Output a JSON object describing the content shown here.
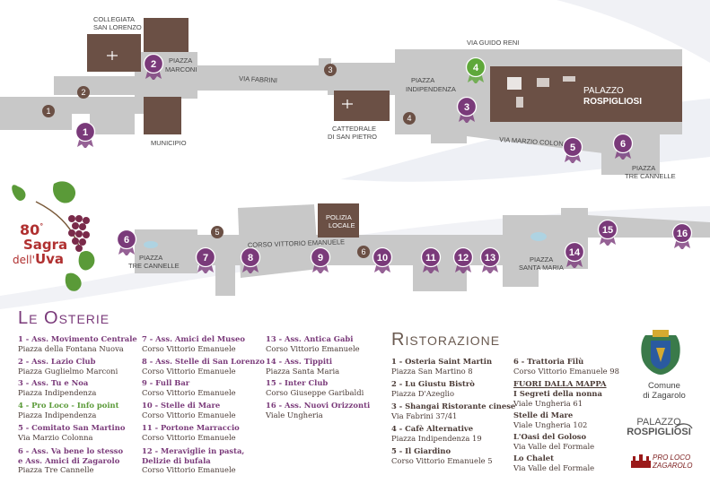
{
  "map_labels": {
    "collegiata": "COLLEGIATA",
    "san_lorenzo": "SAN LORENZO",
    "piazza_marconi_1": "PIAZZA",
    "piazza_marconi_2": "MARCONI",
    "municipio": "MUNICIPIO",
    "via_fabrini": "VIA FABRINI",
    "cattedrale_1": "CATTEDRALE",
    "cattedrale_2": "DI SAN PIETRO",
    "via_guido_reni": "VIA GUIDO RENI",
    "piazza_indip_1": "PIAZZA",
    "piazza_indip_2": "INDIPENDENZA",
    "via_marzio": "VIA MARZIO COLONNA",
    "piazza_tc_1_a": "PIAZZA",
    "piazza_tc_1_b": "TRE CANNELLE",
    "piazza_tc_2_a": "PIAZZA",
    "piazza_tc_2_b": "TRE CANNELLE",
    "polizia_1": "POLIZIA",
    "polizia_2": "LOCALE",
    "corso_ve": "CORSO VITTORIO EMANUELE",
    "santa_maria_1": "PIAZZA",
    "santa_maria_2": "SANTA MARIA",
    "palazzo_map_1": "PALAZZO",
    "palazzo_map_2": "ROSPIGLIOSI"
  },
  "logo": {
    "num": "80",
    "sup": "°",
    "line1": "Sagra",
    "line2_a": "dell'",
    "line2_b": "Uva"
  },
  "colors": {
    "purple": "#7a3a7a",
    "green": "#5fa83a",
    "brown": "#6b5045",
    "street": "#c8c8c8"
  },
  "osterie_markers": [
    {
      "n": "1"
    },
    {
      "n": "2"
    },
    {
      "n": "3"
    },
    {
      "n": "4"
    },
    {
      "n": "5"
    },
    {
      "n": "6"
    },
    {
      "n": "6"
    },
    {
      "n": "7"
    },
    {
      "n": "8"
    },
    {
      "n": "9"
    },
    {
      "n": "10"
    },
    {
      "n": "11"
    },
    {
      "n": "12"
    },
    {
      "n": "13"
    },
    {
      "n": "14"
    },
    {
      "n": "15"
    },
    {
      "n": "16"
    }
  ],
  "ristoro_markers": [
    {
      "n": "1"
    },
    {
      "n": "2"
    },
    {
      "n": "3"
    },
    {
      "n": "4"
    },
    {
      "n": "5"
    },
    {
      "n": "6"
    }
  ],
  "osterie_title": "Le Osterie",
  "osterie": [
    {
      "n": "1 - Ass. Movimento Centrale",
      "a": "Piazza della Fontana Nuova"
    },
    {
      "n": "2 - Ass. Lazio Club",
      "a": "Piazza Guglielmo Marconi"
    },
    {
      "n": "3 - Ass. Tu e Noa",
      "a": "Piazza Indipendenza"
    },
    {
      "n": "4 - Pro Loco - Info point",
      "a": "Piazza Indipendenza"
    },
    {
      "n": "5 - Comitato San Martino",
      "a": "Via Marzio Colonna"
    },
    {
      "n": "6 - Ass. Va bene lo stesso",
      "n2": "e Ass. Amici di Zagarolo",
      "a": "Piazza Tre Cannelle"
    },
    {
      "n": "7 - Ass. Amici del Museo",
      "a": "Corso Vittorio Emanuele"
    },
    {
      "n": "8 - Ass. Stelle di San Lorenzo",
      "a": "Corso Vittorio Emanuele"
    },
    {
      "n": "9 - Full Bar",
      "a": "Corso Vittorio Emanuele"
    },
    {
      "n": "10 - Stelle di Mare",
      "a": "Corso Vittorio Emanuele"
    },
    {
      "n": "11 - Portone Marraccio",
      "a": "Corso Vittorio Emanuele"
    },
    {
      "n": "12 - Meraviglie in pasta,",
      "n2": "Delizie di bufala",
      "a": "Corso Vittorio Emanuele"
    },
    {
      "n": "13 - Ass. Antica Gabi",
      "a": "Corso Vittorio Emanuele"
    },
    {
      "n": "14 - Ass. Tippiti",
      "a": "Piazza Santa Maria"
    },
    {
      "n": "15 - Inter Club",
      "a": "Corso Giuseppe Garibaldi"
    },
    {
      "n": "16 - Ass. Nuovi Orizzonti",
      "a": "Viale Ungheria"
    }
  ],
  "ristorazione_title": "Ristorazione",
  "ristorazione": [
    {
      "n": "1 - Osteria Saint Martin",
      "a": "Piazza San Martino 8"
    },
    {
      "n": "2 - Lu Giustu Bistrò",
      "a": "Piazza D'Azeglio"
    },
    {
      "n": "3 - Shangai Ristorante cinese",
      "a": "Via Fabrini 37/41"
    },
    {
      "n": "4 - Cafè Alternative",
      "a": "Piazza Indipendenza 19"
    },
    {
      "n": "5 - Il Giardino",
      "a": "Corso Vittorio Emanuele 5"
    },
    {
      "n": "6 - Trattoria Filù",
      "a": "Corso Vittorio Emanuele 98"
    }
  ],
  "fuori_title": "FUORI DALLA MAPPA",
  "fuori": [
    {
      "n": "I Segreti della nonna",
      "a": "Viale Ungheria 61"
    },
    {
      "n": "Stelle di Mare",
      "a": "Viale Ungheria 102"
    },
    {
      "n": "L'Oasi del Goloso",
      "a": "Via Valle del Formale"
    },
    {
      "n": "Lo Chalet",
      "a": "Via Valle del Formale"
    }
  ],
  "comune": {
    "line1": "Comune",
    "line2": "di Zagarolo"
  },
  "palazzo": {
    "line1": "PALAZZO",
    "line2": "ROSPIGLIOSI"
  },
  "proloco": "PRO LOCO ZAGAROLO"
}
